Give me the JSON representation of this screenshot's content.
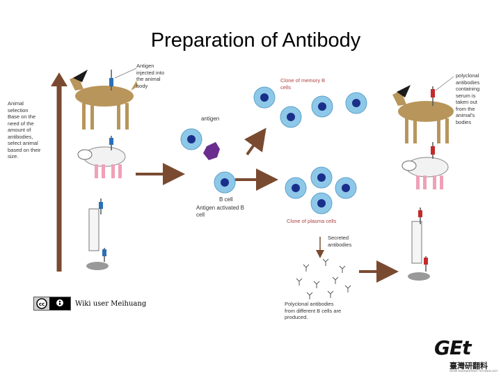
{
  "title": "Preparation of Antibody",
  "labels": {
    "antigen_injected": [
      "Antigen",
      "injected into",
      "the animal",
      "body"
    ],
    "animal_selection": [
      "Animal",
      "selection",
      "Base on the",
      "need of the",
      "amount of",
      "antibodies,",
      "select animal",
      "based on their",
      "size."
    ],
    "antigen": "antigen",
    "clone_memory": [
      "Clone of memory B",
      "cells"
    ],
    "b_cell": "B cell",
    "antigen_activated": [
      "Antigen activated B",
      "cell"
    ],
    "clone_plasma": "Clone of plasma cells",
    "secreted": [
      "Secreted",
      "antibodies"
    ],
    "polyclonal_from": [
      "Polyclonal antibodies",
      "from different B cells are",
      "produced."
    ],
    "polyclonal_serum": [
      "polyclonal",
      "antibodies",
      "containing",
      "serum is",
      "taken out",
      "from the",
      "animal's",
      "bodies"
    ]
  },
  "credit": {
    "text": "Wiki user Meihuang",
    "badge": "cc-by-icon"
  },
  "logo": {
    "main": "GEt",
    "sub": "臺灣研翻料",
    "tag": "GENE ENGINEERING TECHNOLOGY"
  },
  "colors": {
    "arrow_brown": "#7a4a30",
    "cell_blue": "#8ec8e8",
    "nucleus_navy": "#1a2f8a",
    "antigen_purple": "#6a2d8e",
    "goat_tan": "#b8955a",
    "label_red": "#b04040"
  }
}
